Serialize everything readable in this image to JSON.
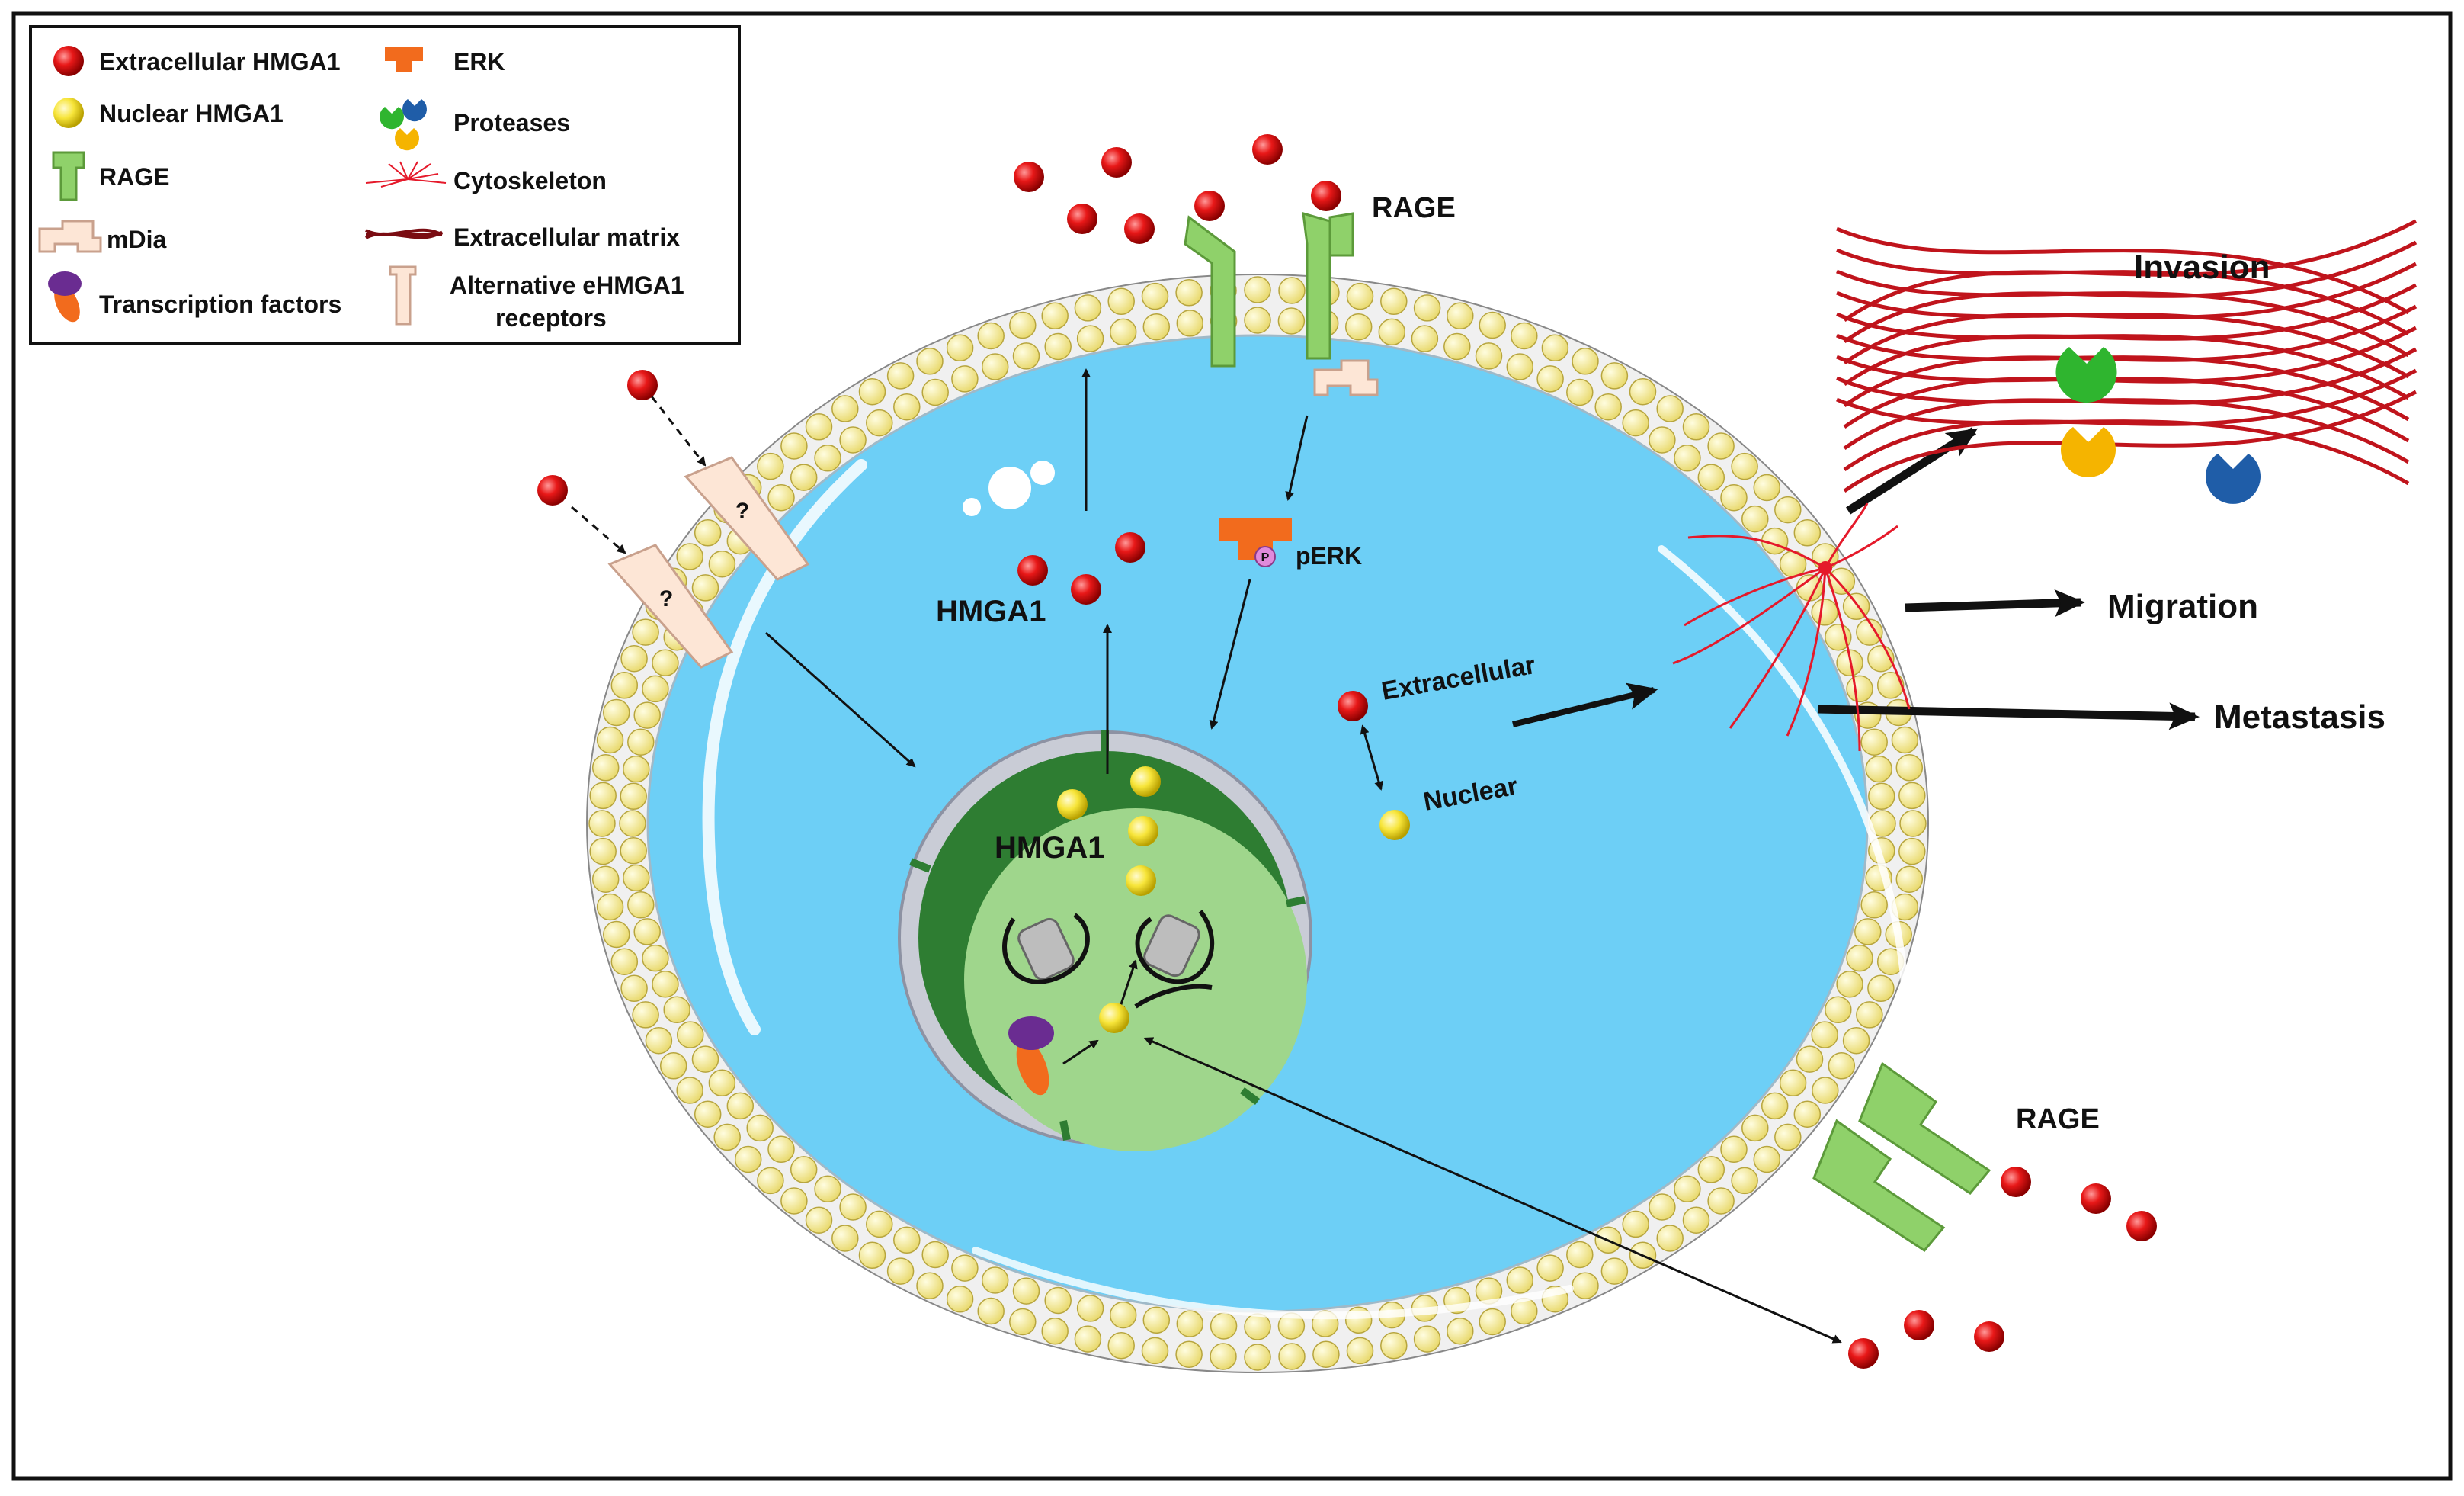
{
  "legend": {
    "items": [
      {
        "label": "Extracellular HMGA1",
        "icon": "red-sphere-icon"
      },
      {
        "label": "Nuclear HMGA1",
        "icon": "yellow-sphere-icon"
      },
      {
        "label": "RAGE",
        "icon": "rage-receptor-icon"
      },
      {
        "label": "mDia",
        "icon": "mdia-icon"
      },
      {
        "label": "Transcription factors",
        "icon": "transcription-factor-icon"
      },
      {
        "label": "ERK",
        "icon": "erk-icon"
      },
      {
        "label": "Proteases",
        "icon": "proteases-icon"
      },
      {
        "label": "Cytoskeleton",
        "icon": "cytoskeleton-icon"
      },
      {
        "label": "Extracellular matrix",
        "icon": "extracellular-matrix-icon"
      },
      {
        "label": "Alternative eHMGA1",
        "label2": "receptors",
        "icon": "alternative-receptor-icon"
      }
    ]
  },
  "labels": {
    "rage_top": "RAGE",
    "rage_bottom": "RAGE",
    "hmga1_cytoplasm": "HMGA1",
    "hmga1_nucleus": "HMGA1",
    "perk": "pERK",
    "phospho": "P",
    "extracellular": "Extracellular",
    "nuclear": "Nuclear",
    "unknown_receptor": "?",
    "invasion": "Invasion",
    "migration": "Migration",
    "metastasis": "Metastasis"
  },
  "colors": {
    "extracellular_hmga1": "#e01010",
    "nuclear_hmga1": "#f5e020",
    "cytoplasm": "#6dcff6",
    "membrane_head": "#f6f08c",
    "rage": "#8fd16a",
    "nucleus_dark": "#2e7d32",
    "nucleoplasm": "#9fd68c",
    "erk": "#f26b1d",
    "matrix": "#c0141c"
  }
}
